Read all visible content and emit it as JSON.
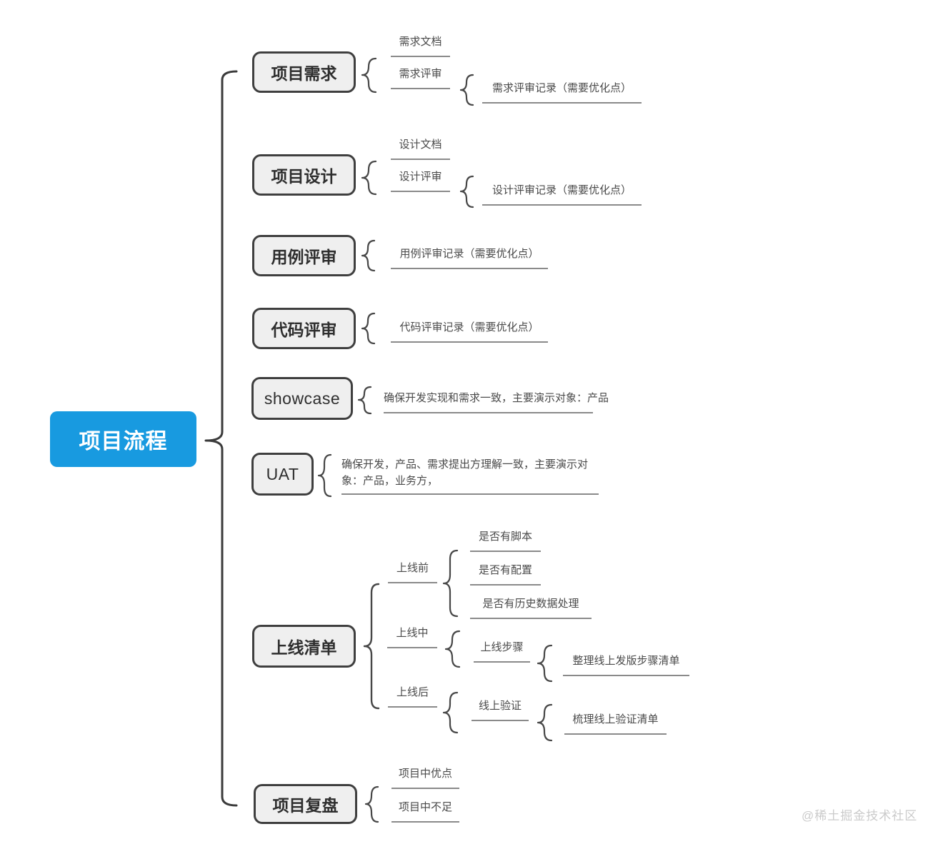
{
  "watermark": "@稀土掘金技术社区",
  "colors": {
    "root_bg": "#189ae0",
    "root_text": "#ffffff",
    "node_fill": "#efefef",
    "node_border": "#3f3f3f",
    "subtopic_text": "#4a4a4a",
    "underline": "#8a8a8a",
    "watermark": "#cbcbcb"
  },
  "tree": {
    "root": "项目流程",
    "branches": [
      {
        "label": "项目需求",
        "children": [
          {
            "label": "需求文档"
          },
          {
            "label": "需求评审",
            "children": [
              {
                "label": "需求评审记录（需要优化点）"
              }
            ]
          }
        ]
      },
      {
        "label": "项目设计",
        "children": [
          {
            "label": "设计文档"
          },
          {
            "label": "设计评审",
            "children": [
              {
                "label": "设计评审记录（需要优化点）"
              }
            ]
          }
        ]
      },
      {
        "label": "用例评审",
        "children": [
          {
            "label": "用例评审记录（需要优化点）"
          }
        ]
      },
      {
        "label": "代码评审",
        "children": [
          {
            "label": "代码评审记录（需要优化点）"
          }
        ]
      },
      {
        "label": "showcase",
        "children": [
          {
            "label": "确保开发实现和需求一致，主要演示对象：产品"
          }
        ]
      },
      {
        "label": "UAT",
        "children": [
          {
            "label": "确保开发，产品、需求提出方理解一致，主要演示对象：产品，业务方，"
          }
        ]
      },
      {
        "label": "上线清单",
        "children": [
          {
            "label": "上线前",
            "children": [
              {
                "label": "是否有脚本"
              },
              {
                "label": "是否有配置"
              },
              {
                "label": "是否有历史数据处理"
              }
            ]
          },
          {
            "label": "上线中",
            "children": [
              {
                "label": "上线步骤",
                "children": [
                  {
                    "label": "整理线上发版步骤清单"
                  }
                ]
              }
            ]
          },
          {
            "label": "上线后",
            "children": [
              {
                "label": "线上验证",
                "children": [
                  {
                    "label": "梳理线上验证清单"
                  }
                ]
              }
            ]
          }
        ]
      },
      {
        "label": "项目复盘",
        "children": [
          {
            "label": "项目中优点"
          },
          {
            "label": "项目中不足"
          }
        ]
      }
    ]
  }
}
